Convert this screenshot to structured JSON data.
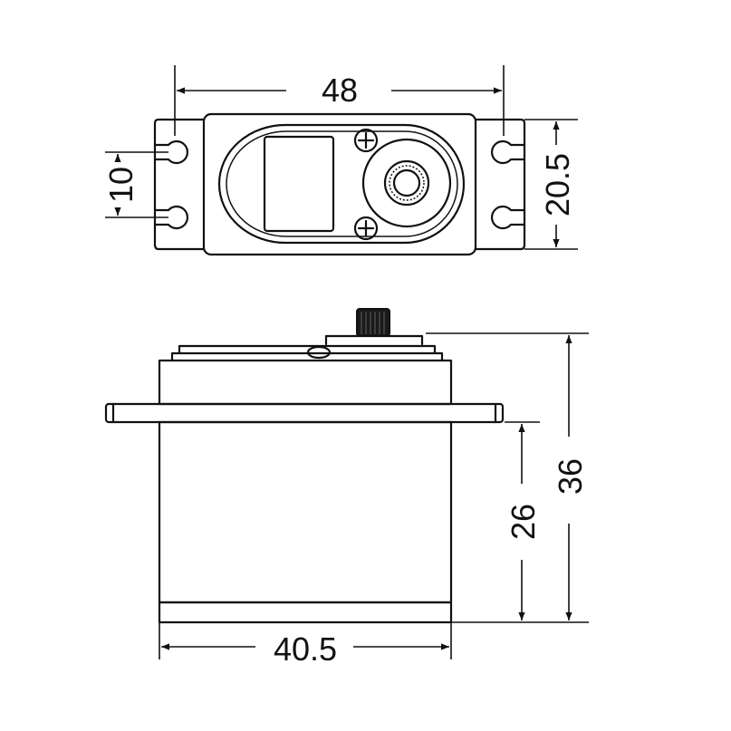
{
  "dimensions": {
    "top_width": "48",
    "hole_spacing": "10",
    "top_depth": "20.5",
    "total_height": "36",
    "body_height": "26",
    "body_width": "40.5"
  }
}
